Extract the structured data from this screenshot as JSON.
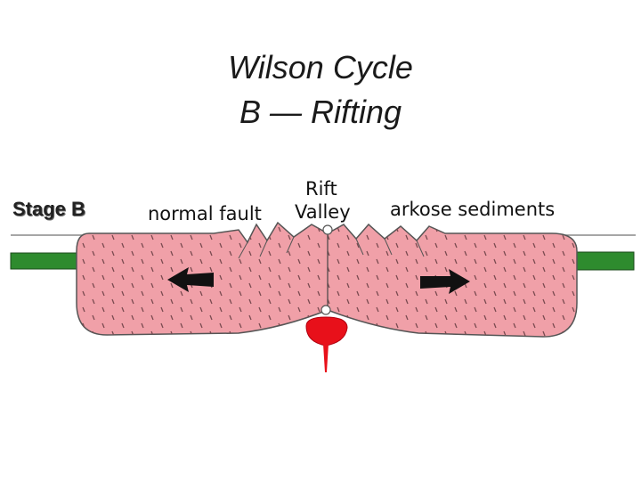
{
  "title": {
    "line1": "Wilson Cycle",
    "line2": "B — Rifting"
  },
  "stage_label": "Stage B",
  "labels": {
    "normal_fault": "normal fault",
    "rift": "Rift",
    "valley": "Valley",
    "arkose": "arkose sediments"
  },
  "colors": {
    "continental_crust": "#f0a0a8",
    "crust_outline": "#555555",
    "oceanic_crust": "#2e8b2e",
    "magma": "#e8101a",
    "arrow": "#111111",
    "surface_line": "#888888"
  },
  "icons": {
    "left_arrow": "arrow-left-icon",
    "right_arrow": "arrow-right-icon"
  }
}
